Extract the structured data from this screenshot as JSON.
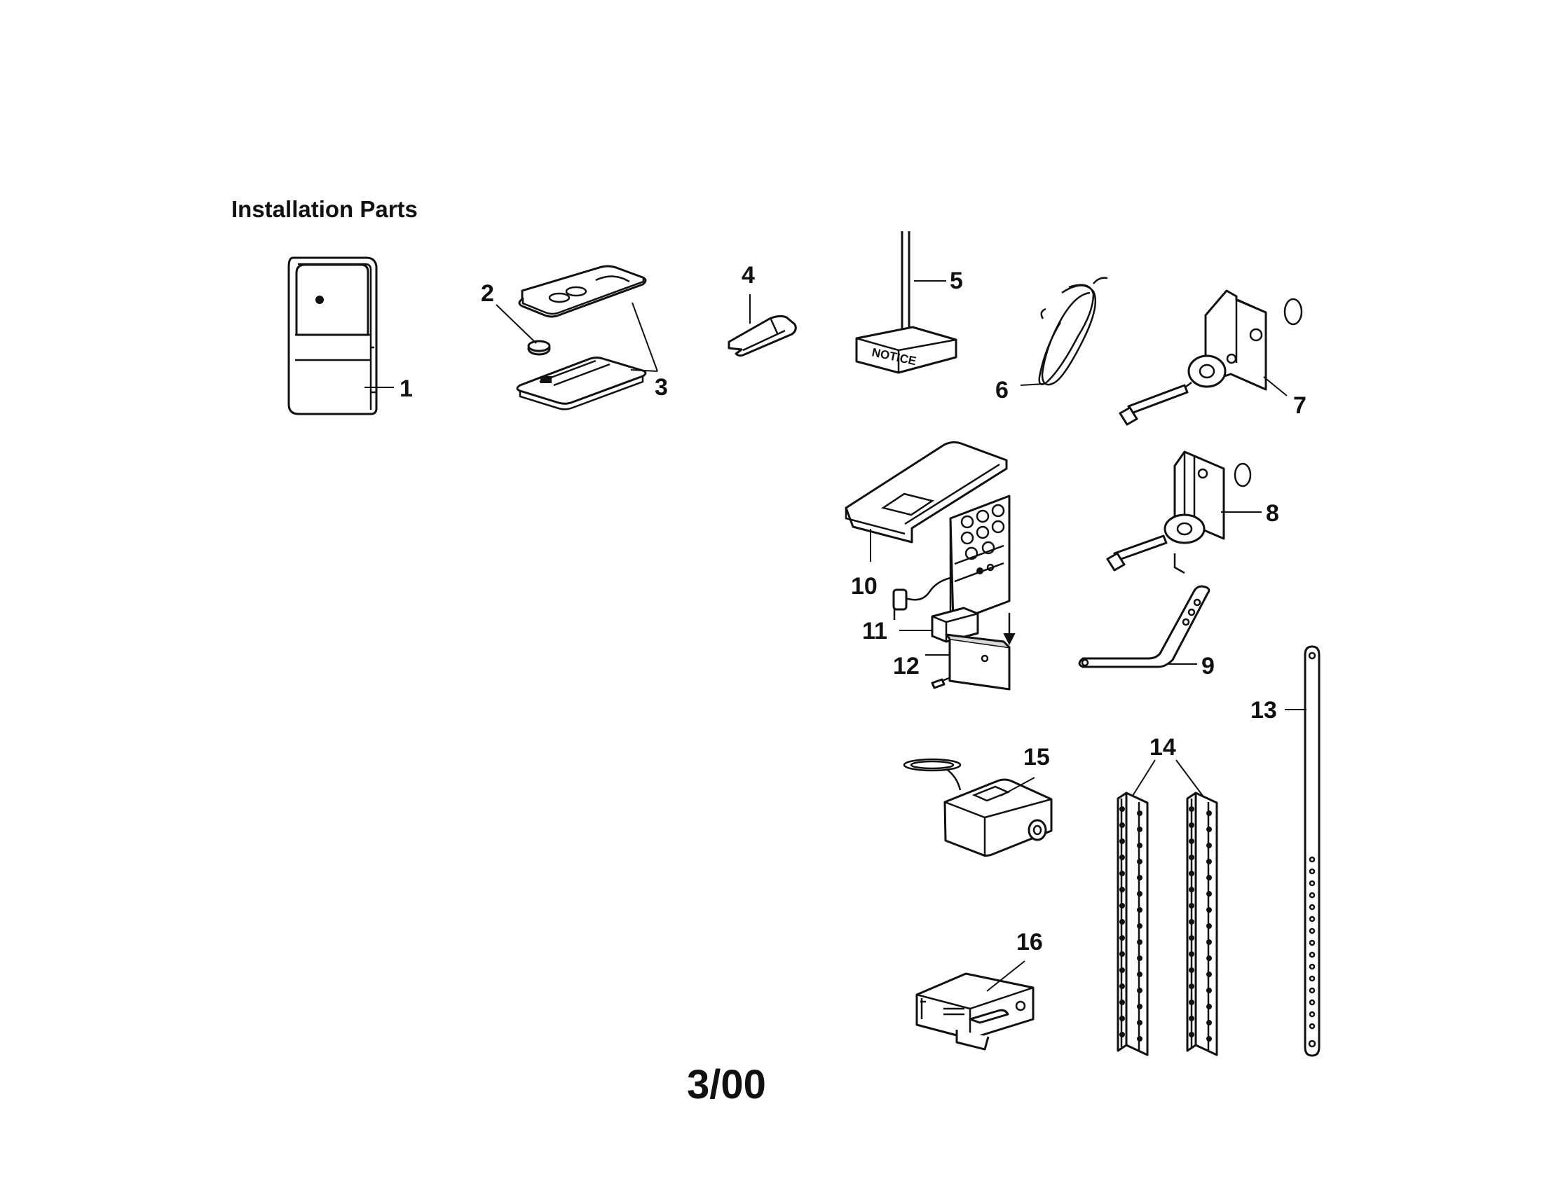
{
  "title": "Installation Parts",
  "date_code": "3/00",
  "notice_label": "NOTICE",
  "callouts": [
    "1",
    "2",
    "3",
    "4",
    "5",
    "6",
    "7",
    "8",
    "9",
    "10",
    "11",
    "12",
    "13",
    "14",
    "15",
    "16"
  ],
  "parts": [
    {
      "num": "1",
      "icon": "remote-control-icon"
    },
    {
      "num": "2",
      "icon": "battery-icon"
    },
    {
      "num": "3",
      "icon": "remote-case-icon"
    },
    {
      "num": "4",
      "icon": "visor-clip-icon"
    },
    {
      "num": "5",
      "icon": "notice-tag-icon"
    },
    {
      "num": "6",
      "icon": "wire-coil-icon"
    },
    {
      "num": "7",
      "icon": "door-bracket-icon"
    },
    {
      "num": "8",
      "icon": "door-bracket-icon"
    },
    {
      "num": "9",
      "icon": "curved-arm-icon"
    },
    {
      "num": "10",
      "icon": "keyless-entry-icon"
    },
    {
      "num": "11",
      "icon": "battery-pack-icon"
    },
    {
      "num": "12",
      "icon": "cover-plate-icon"
    },
    {
      "num": "13",
      "icon": "straight-arm-icon"
    },
    {
      "num": "14",
      "icon": "angle-iron-icon"
    },
    {
      "num": "15",
      "icon": "safety-sensor-icon"
    },
    {
      "num": "16",
      "icon": "sensor-bracket-icon"
    }
  ]
}
